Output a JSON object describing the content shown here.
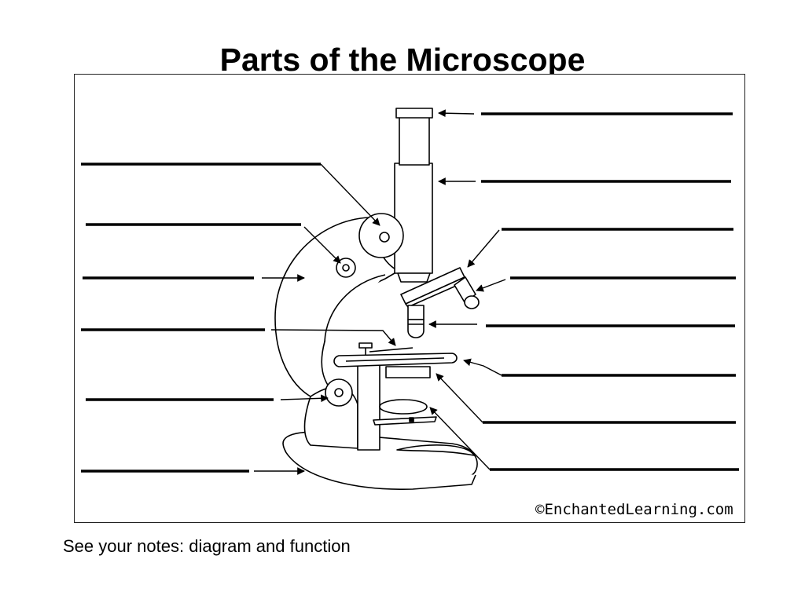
{
  "slide": {
    "title": "Parts of the Microscope",
    "caption": "See your notes: diagram and function"
  },
  "diagram": {
    "credit": "©EnchantedLearning.com",
    "label_blanks_left": 6,
    "label_blanks_right": 8,
    "line_color": "#000000"
  }
}
